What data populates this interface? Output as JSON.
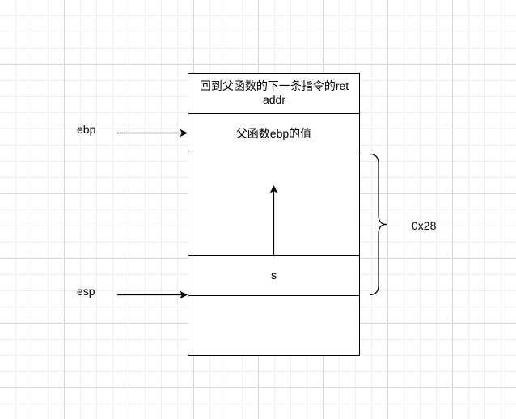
{
  "stack": {
    "return_address_label": "回到父函数的下一条指令的ret addr",
    "saved_ebp_label": "父函数ebp的值",
    "buffer_label": "s"
  },
  "pointers": {
    "ebp_label": "ebp",
    "esp_label": "esp"
  },
  "brace": {
    "size_label": "0x28"
  }
}
